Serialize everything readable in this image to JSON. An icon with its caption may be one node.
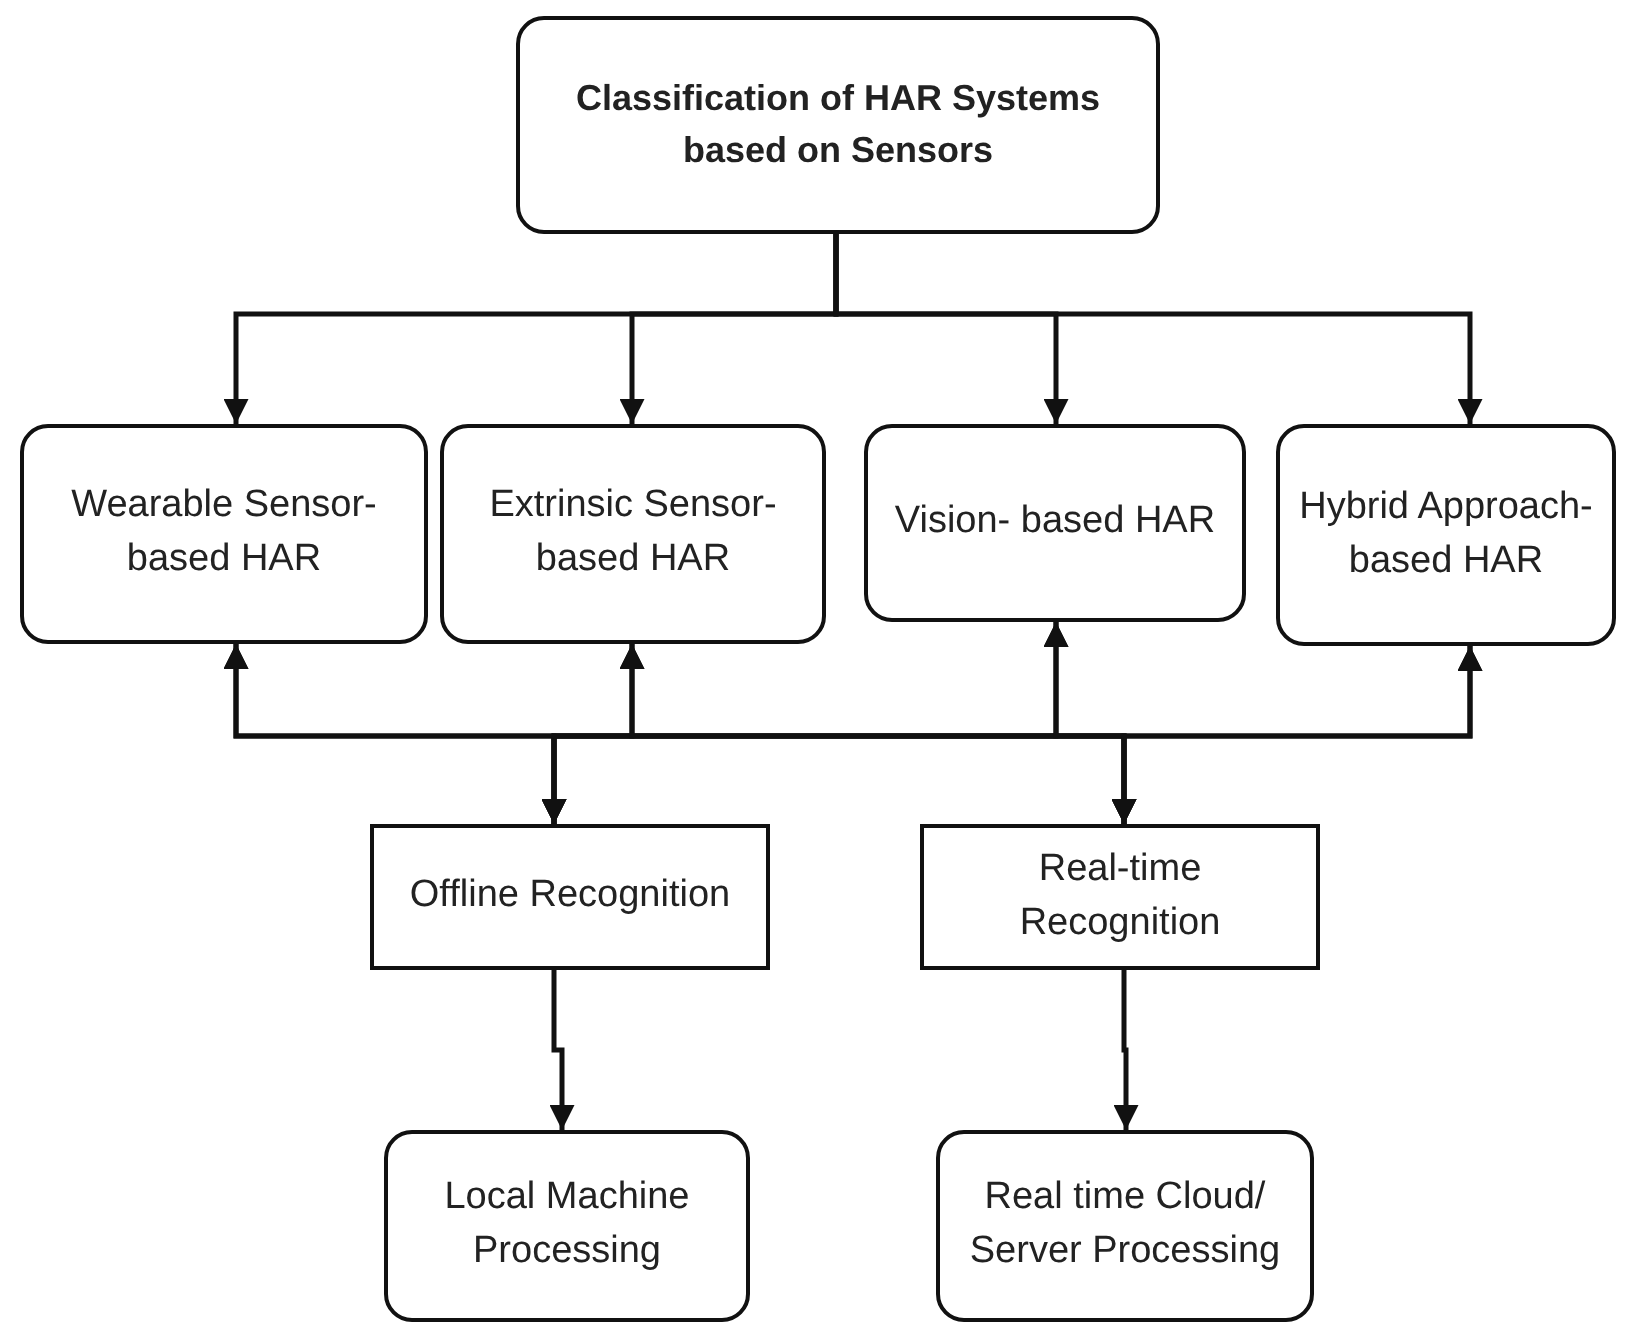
{
  "diagram": {
    "nodes": [
      {
        "text": [
          "Classification of HAR Systems based on Sensors"
        ]
      },
      {
        "text": [
          "Wearable Sensor-based HAR"
        ]
      },
      {
        "text": [
          "Extrinsic Sensor-based HAR"
        ]
      },
      {
        "text": [
          "Vision- based HAR"
        ]
      },
      {
        "text": [
          "Hybrid Approach-based HAR"
        ]
      },
      {
        "text": [
          "Offline Recognition"
        ]
      },
      {
        "text": [
          "Real-time Recognition"
        ]
      },
      {
        "text": [
          "Local Machine Processing"
        ]
      },
      {
        "text": [
          "Real time Cloud/ Server Processing"
        ]
      }
    ],
    "edges": [
      {
        "from": 0,
        "to": 1,
        "arrow": "to"
      },
      {
        "from": 0,
        "to": 2,
        "arrow": "to"
      },
      {
        "from": 0,
        "to": 3,
        "arrow": "to"
      },
      {
        "from": 0,
        "to": 4,
        "arrow": "to"
      },
      {
        "from": 1,
        "to": 5,
        "arrow": "both"
      },
      {
        "from": 2,
        "to": 5,
        "arrow": "both"
      },
      {
        "from": 3,
        "to": 5,
        "arrow": "both"
      },
      {
        "from": 4,
        "to": 5,
        "arrow": "both"
      },
      {
        "from": 1,
        "to": 6,
        "arrow": "both"
      },
      {
        "from": 2,
        "to": 6,
        "arrow": "both"
      },
      {
        "from": 3,
        "to": 6,
        "arrow": "both"
      },
      {
        "from": 4,
        "to": 6,
        "arrow": "both"
      },
      {
        "from": 5,
        "to": 7,
        "arrow": "to"
      },
      {
        "from": 6,
        "to": 8,
        "arrow": "to"
      }
    ]
  }
}
